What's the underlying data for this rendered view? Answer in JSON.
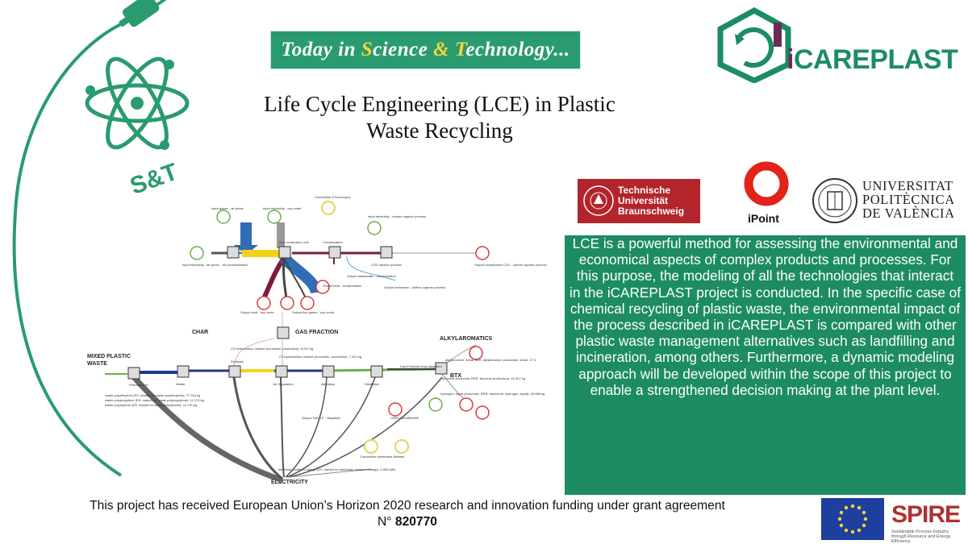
{
  "banner": {
    "part1": "Today in ",
    "s_letter": "S",
    "part2": "cience ",
    "amp": "&",
    "part3": " ",
    "t_letter": "T",
    "part4": "echnology..."
  },
  "title": {
    "line1": "Life Cycle Engineering (LCE) in Plastic",
    "line2": "Waste Recycling"
  },
  "st_label": "S&T",
  "logos": {
    "icareplast": "CAREPLAST",
    "tu_line1": "Technische",
    "tu_line2": "Universität",
    "tu_line3": "Braunschweig",
    "ipoint": "iPoint",
    "upv_line1": "UNIVERSITAT",
    "upv_line2": "POLITÈCNICA",
    "upv_line3": "DE VALÈNCIA",
    "spire": "SPIRE",
    "spire_sub": "Sustainable Process Industry through Resource and Energy Efficiency"
  },
  "description": "LCE is a powerful method for assessing the environmental and economical aspects of complex products and processes. For this purpose, the modeling of all the technologies that interact in the iCAREPLAST project is conducted. In the specific case of chemical recycling of plastic waste, the environmental impact of the process described in iCAREPLAST is compared with other plastic waste management alternatives such as landfilling and incineration,  among others. Furthermore, a dynamic modeling approach will be developed within the scope of this project to enable a strengthened decision making at the plant level.",
  "footer": {
    "line1": "This project has received European Union’s Horizon 2020 research and innovation funding under grant agreement",
    "line2_prefix": "N° ",
    "grant_number": "820770"
  },
  "diagram": {
    "labels": {
      "char": "CHAR",
      "gas_fraction": "GAS FRACTION",
      "alkylaromatics": "ALKYLAROMATICS",
      "mixed_plastic_1": "MIXED PLASTIC",
      "mixed_plastic_2": "WASTE",
      "btx": "BTX",
      "electricity": "ELECTRICITY"
    },
    "small_labels": {
      "input_gases": "Input gases - air press",
      "input_elec_oxy": "Input electricity - oxy comb",
      "connection_thermodyn": "Connection (Thermodyn)",
      "input_elec_ccs": "Input electricity - carbon capture process",
      "input_elec_air": "Input electricity - air press",
      "air_pressurization": "Air pressurization",
      "oxy_combustion": "Oxy-combustion unit",
      "condensation": "Condensation",
      "co2_capture": "CO2 capture process",
      "output_co2": "Output compressed CO2 - carbon capture process",
      "output_heat_cond": "Output heat - condensation",
      "output_wastewater": "Output wastewater - condensation",
      "output_emissions": "Output emissions - carbon capture process",
      "output_heat_oxy": "Output heat - oxy comb",
      "output_flue": "Output flue gases - oxy comb",
      "c3_mix": "C3 hydrocarbon mixture (economic, production): 8.010 kg",
      "c3_mix2": "C3 hydrocarbon mixture (economic, production): 7.910 kg",
      "pretreatment": "Pretreatment",
      "wetter": "Wetter",
      "pyrolysis": "Pyrolysis",
      "first_separation": "1st Separation",
      "alkylation": "Alkylation",
      "distillation": "Distillation",
      "liquid_fraction": "Liquid fraction from alkylation",
      "alkylbenzene": "alkylbenzene, linear RER: alkylbenzene production, linear: 27.0",
      "electricity_mv": "electricity, medium voltage (ES, market for electricity, medium voltage): 4.999 kWh",
      "benzene": "benzene (economic RER: benzene production): 16.347 kg",
      "hydrogen": "hydrogen, liquid (economic, RER: market for hydrogen, liquid): 49.988 kg",
      "output_tar": "Output TAR, LP - alkylation",
      "used_membrane": "USED MEMBRANE",
      "connection_membrane": "Connection membrane finished",
      "waste_pe": "waste polyethylene (ES: market for waste polyethylene): 77.764 kg",
      "waste_pp": "waste polypropylene (ES: market for waste polypropylene): 11.176 kg",
      "waste_ps": "waste polystyrene (ES: market for waste polystyrene): 11.176 kg"
    }
  },
  "colors": {
    "green": "#1d8c62",
    "banner_green": "#2a9b6e",
    "yellow": "#f6d43c",
    "tu_red": "#b3242b",
    "ipoint_red": "#e2231a",
    "eu_blue": "#1f3f9e"
  }
}
